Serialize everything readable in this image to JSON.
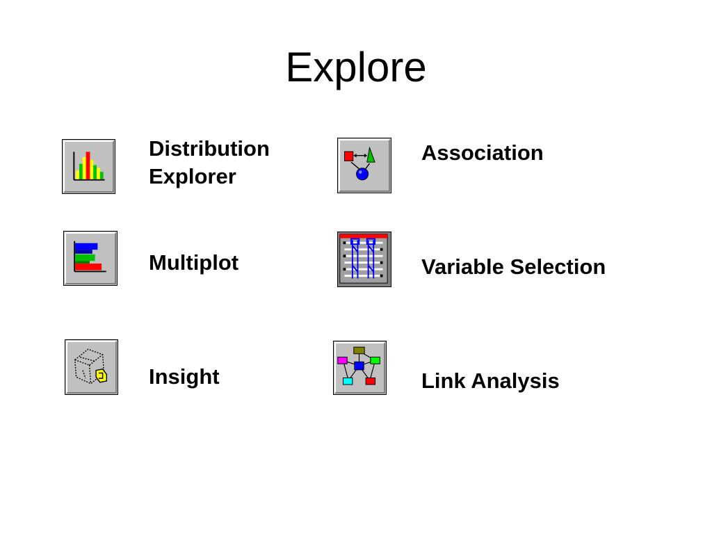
{
  "title": "Explore",
  "tools": [
    {
      "label_line1": "Distribution",
      "label_line2": "Explorer",
      "icon": "distribution-chart-icon"
    },
    {
      "label": "Association",
      "icon": "association-shapes-icon"
    },
    {
      "label": "Multiplot",
      "icon": "multiplot-bars-icon"
    },
    {
      "label": "Variable Selection",
      "icon": "variable-selection-table-icon"
    },
    {
      "label": "Insight",
      "icon": "insight-cube-icon"
    },
    {
      "label": "Link Analysis",
      "icon": "link-network-icon"
    }
  ],
  "colors": {
    "button_face": "#c0c0c0",
    "icon_red": "#ff0000",
    "icon_green": "#00c000",
    "icon_yellow": "#ffff00",
    "icon_blue": "#0000ff"
  }
}
